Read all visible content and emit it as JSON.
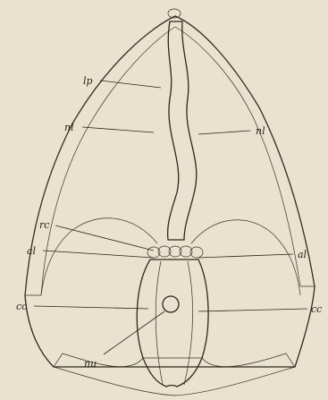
{
  "figure": {
    "labels": {
      "lp": "lp",
      "nl_left": "nl",
      "nl_right": "nl",
      "rc": "rc",
      "al_left": "al",
      "al_right": "al",
      "cc_left": "cc",
      "cc_right": "cc",
      "nu": "nu"
    },
    "colors": {
      "paper": "#e9e2cf",
      "ink": "#2f281b",
      "cell_fill": "#e4dcc6"
    }
  }
}
